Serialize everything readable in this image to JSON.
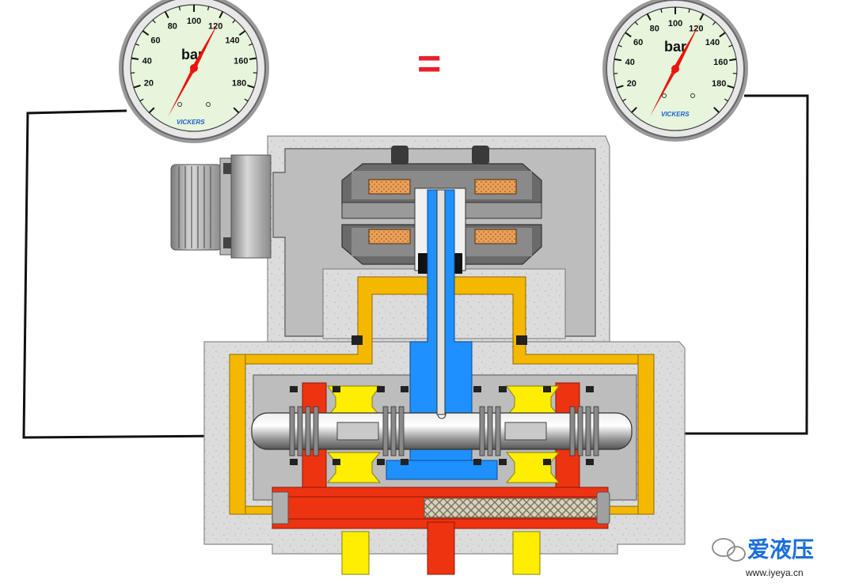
{
  "left_gauge": {
    "unit": "bar",
    "brand": "VICKERS",
    "ticks": [
      "20",
      "40",
      "60",
      "80",
      "100",
      "120",
      "140",
      "160",
      "180"
    ]
  },
  "right_gauge": {
    "unit": "bar",
    "brand": "VICKERS",
    "ticks": [
      "20",
      "40",
      "60",
      "80",
      "100",
      "120",
      "140",
      "160",
      "180"
    ]
  },
  "equals_sign": "=",
  "watermark": {
    "brand": "爱液压",
    "url": "www.iyeya.cn"
  },
  "colors": {
    "body_gray": "#dcdcdc",
    "inner_gray": "#bdbdbd",
    "pilot_yellow": "#f5b800",
    "tank_yellow": "#ffee00",
    "pressure_red": "#ee3311",
    "pilot_blue": "#1e90ff",
    "gauge_face": "#e6f5dc",
    "needle_red": "#e8160e",
    "equals_red": "#e8202a"
  }
}
